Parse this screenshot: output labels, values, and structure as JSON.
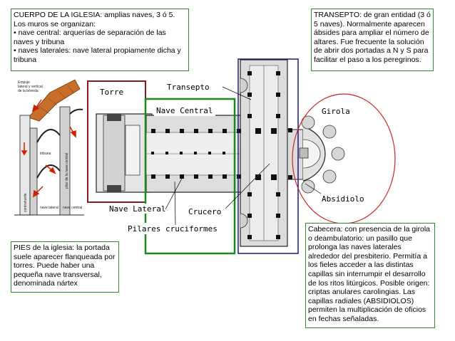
{
  "boxes": {
    "cuerpo": {
      "line1": "CUERPO DE LA IGLESIA: amplias naves, 3 ó 5.",
      "line2": "Los muros se organizan:",
      "line3": "• nave central: arquerías de separación de las naves y tribuna",
      "line4": "• naves laterales: nave lateral propiamente dicha y tribuna"
    },
    "transepto": "TRANSEPTO: de gran entidad (3 ó 5 naves).  Normalmente aparecen ábsides para ampliar el número de altares. Fue frecuente la solución de abrir dos portadas a N y S para facilitar el paso a los peregrinos.",
    "pies": "PIES de la iglesia: la portada suele aparecer flanqueada por torres. Puede haber una pequeña nave transversal, denominada nártex",
    "cabecera": "Cabecera: con presencia de la girola o deambulatorio: un pasillo que prolonga las naves laterales alrededor del presbiterio. Permitía a los fieles acceder a las distintas capillas sin interrumpir el desarrollo de los ritos litúrgicos. Posible origen: criptas anulares carolingias. Las capillas radiales  (ABSIDIOLOS) permiten la multiplicación de oficios en fechas señaladas."
  },
  "labels": {
    "torre": "Torre",
    "transepto": "Transepto",
    "nave_central": "Nave Central",
    "girola": "Girola",
    "absidiolo": "Absidiolo",
    "nave_lateral": "Nave Lateral",
    "crucero": "Crucero",
    "pilares": "Pilares cruciformes"
  },
  "section": {
    "title1": "Empuje",
    "title2": "lateral y vertical",
    "title3": "de la bóveda",
    "tribuna": "tribuna",
    "pilar": "pilar de la nave central",
    "contrafuerte": "contrafuerte",
    "nave_lateral": "nave lateral",
    "nave_central": "nave central"
  },
  "colors": {
    "box_border": "#2e8b2e",
    "torre_frame": "#8b1a1a",
    "nave_frame": "#1a8a1a",
    "transepto_frame": "#1a1a7a",
    "girola_frame": "#cc2222",
    "arrow": "#cc2200",
    "vault": "#c86e28"
  }
}
